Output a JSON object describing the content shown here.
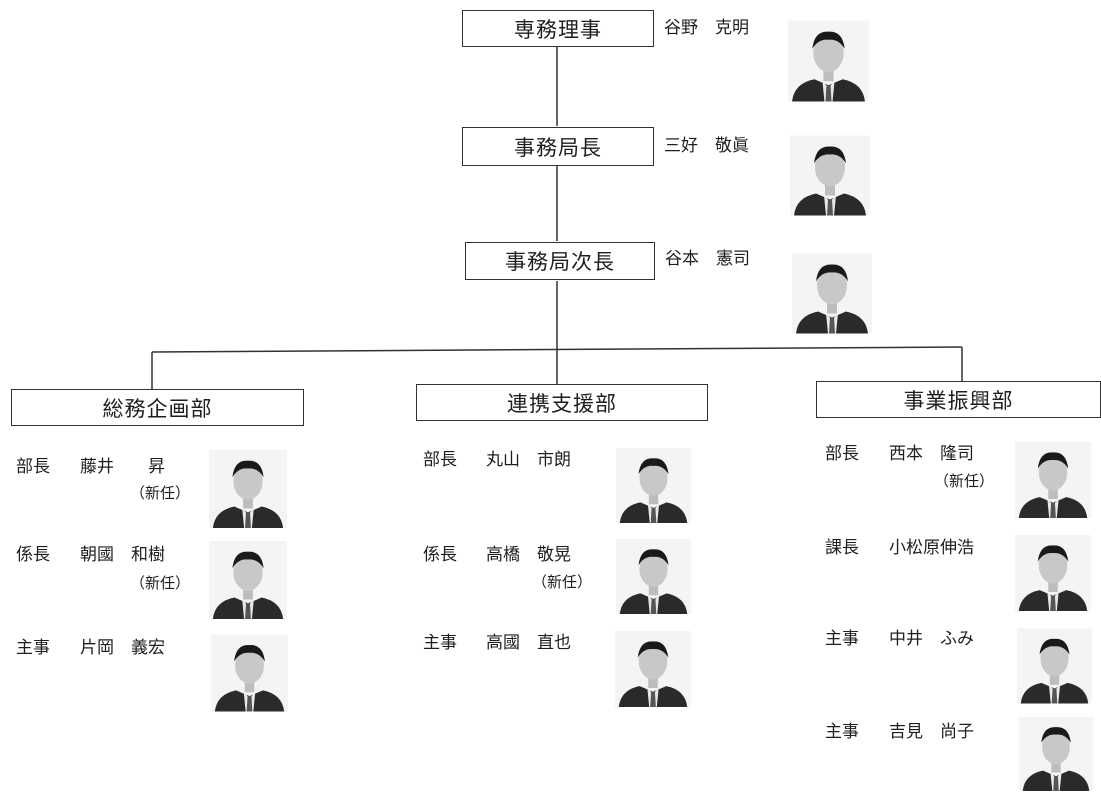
{
  "top": [
    {
      "title": "専務理事",
      "role": "",
      "name": "谷野　克明"
    },
    {
      "title": "事務局長",
      "role": "",
      "name": "三好　敬眞"
    },
    {
      "title": "事務局次長",
      "role": "",
      "name": "谷本　憲司"
    }
  ],
  "departments": [
    {
      "title": "総務企画部",
      "members": [
        {
          "role": "部長",
          "name": "藤井　　昇",
          "note": "（新任）"
        },
        {
          "role": "係長",
          "name": "朝國　和樹",
          "note": "（新任）"
        },
        {
          "role": "主事",
          "name": "片岡　義宏",
          "note": ""
        }
      ]
    },
    {
      "title": "連携支援部",
      "members": [
        {
          "role": "部長",
          "name": "丸山　市朗",
          "note": ""
        },
        {
          "role": "係長",
          "name": "高橋　敬晃",
          "note": "（新任）"
        },
        {
          "role": "主事",
          "name": "高國　直也",
          "note": ""
        }
      ]
    },
    {
      "title": "事業振興部",
      "members": [
        {
          "role": "部長",
          "name": "西本　隆司",
          "note": "（新任）"
        },
        {
          "role": "課長",
          "name": "小松原伸浩",
          "note": ""
        },
        {
          "role": "主事",
          "name": "中井　ふみ",
          "note": ""
        },
        {
          "role": "主事",
          "name": "吉見　尚子",
          "note": ""
        }
      ]
    }
  ]
}
